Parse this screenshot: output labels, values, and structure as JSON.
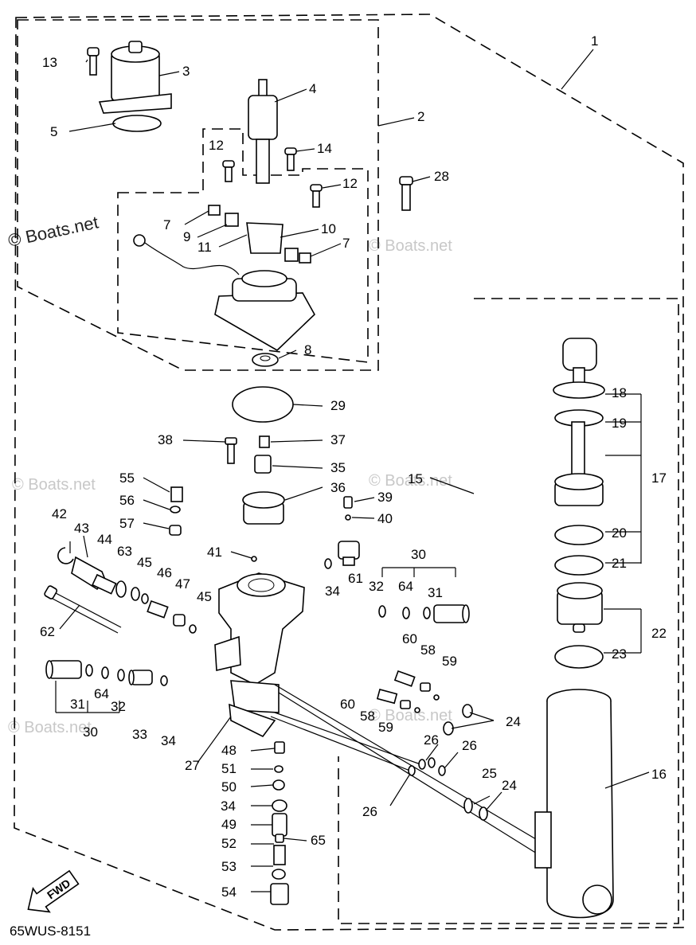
{
  "watermark": "© Boats.net",
  "diagram_code": "65WUS-8151",
  "fwd_label": "FWD",
  "callouts": {
    "c1": "1",
    "c2": "2",
    "c3": "3",
    "c4": "4",
    "c5": "5",
    "c7a": "7",
    "c7b": "7",
    "c8": "8",
    "c9": "9",
    "c10": "10",
    "c11": "11",
    "c12a": "12",
    "c12b": "12",
    "c13": "13",
    "c14": "14",
    "c15": "15",
    "c16": "16",
    "c17": "17",
    "c18": "18",
    "c19": "19",
    "c20": "20",
    "c21": "21",
    "c22": "22",
    "c23": "23",
    "c24a": "24",
    "c24b": "24",
    "c25": "25",
    "c26a": "26",
    "c26b": "26",
    "c26c": "26",
    "c27": "27",
    "c28": "28",
    "c29": "29",
    "c30a": "30",
    "c30b": "30",
    "c31a": "31",
    "c31b": "31",
    "c32a": "32",
    "c32b": "32",
    "c33": "33",
    "c34a": "34",
    "c34b": "34",
    "c34c": "34",
    "c35": "35",
    "c36": "36",
    "c37": "37",
    "c38": "38",
    "c39": "39",
    "c40": "40",
    "c41": "41",
    "c42": "42",
    "c43": "43",
    "c44": "44",
    "c45a": "45",
    "c45b": "45",
    "c46": "46",
    "c47": "47",
    "c48": "48",
    "c49": "49",
    "c50": "50",
    "c51": "51",
    "c52": "52",
    "c53": "53",
    "c54": "54",
    "c55": "55",
    "c56": "56",
    "c57": "57",
    "c58a": "58",
    "c58b": "58",
    "c59a": "59",
    "c59b": "59",
    "c60a": "60",
    "c60b": "60",
    "c61": "61",
    "c62": "62",
    "c63": "63",
    "c64a": "64",
    "c64b": "64",
    "c65": "65"
  }
}
